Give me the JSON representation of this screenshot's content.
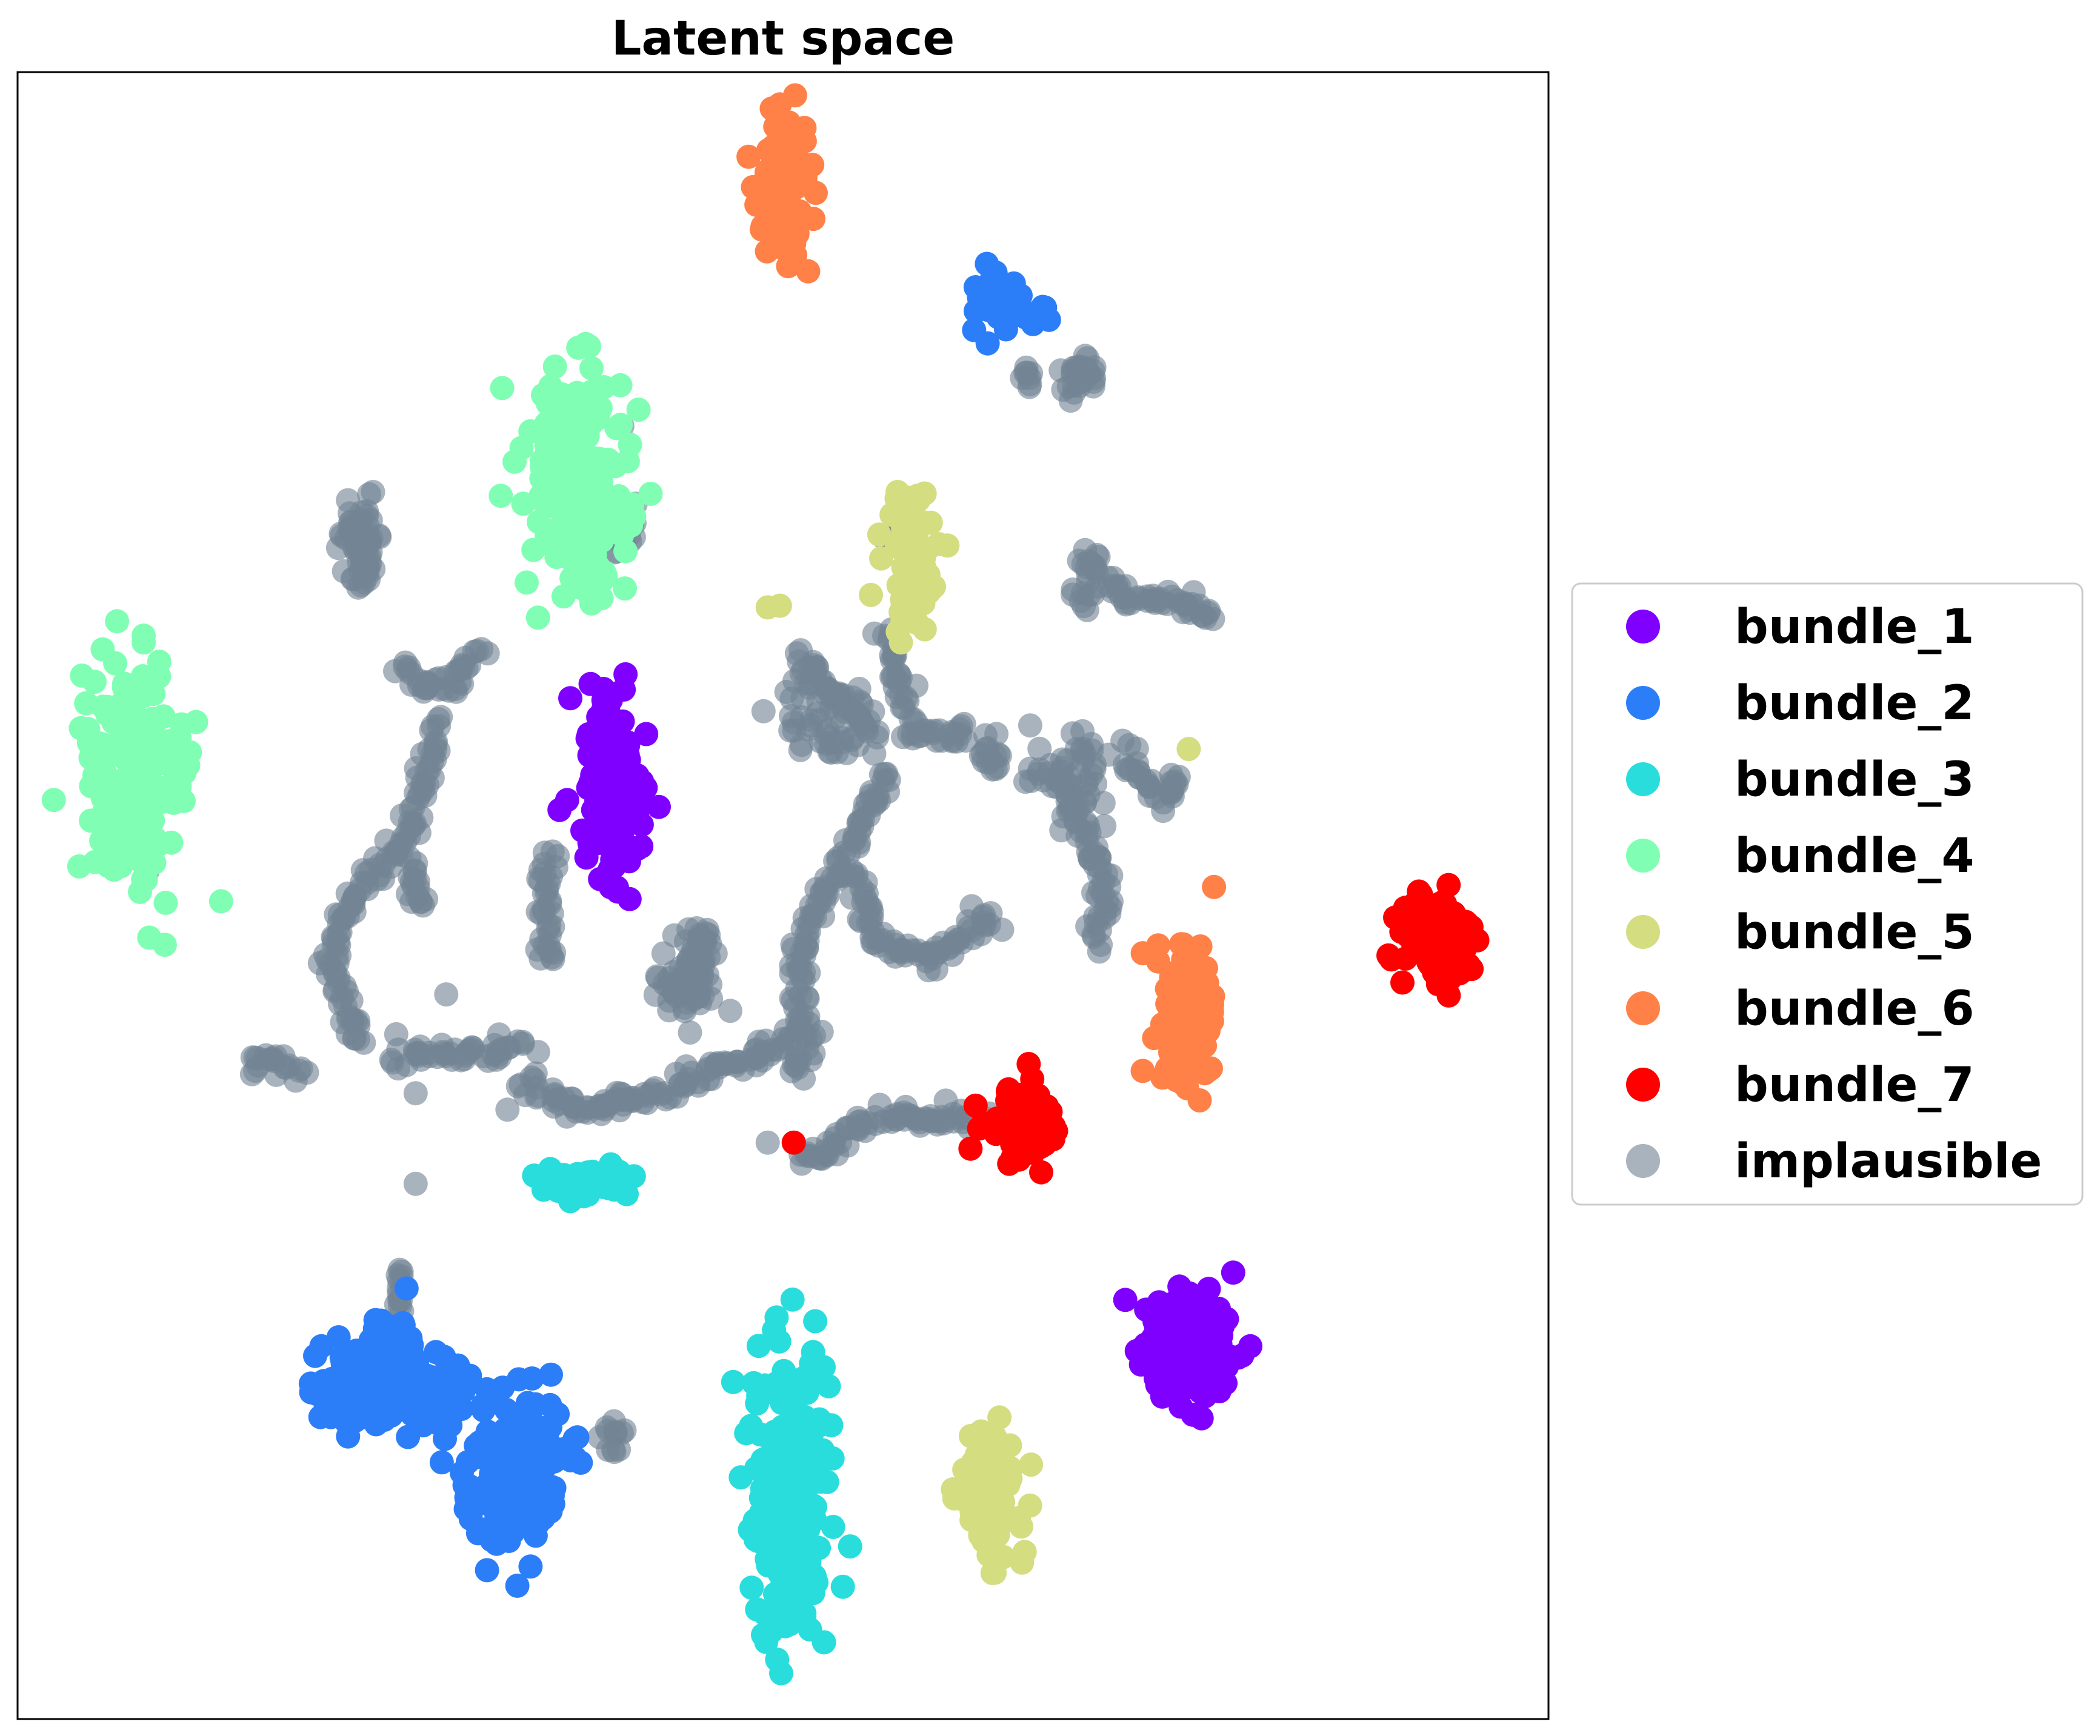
{
  "chart_data": {
    "type": "scatter",
    "title": "Latent space",
    "xlabel": "",
    "ylabel": "",
    "xlim": [
      0,
      100
    ],
    "ylim": [
      0,
      100
    ],
    "grid": false,
    "ticks": false,
    "legend_position": "right-outside",
    "series": [
      {
        "name": "bundle_1",
        "color": "#8000ff",
        "clusters": [
          {
            "cx": 39.0,
            "cy": 43.5,
            "sx": 0.9,
            "sy": 2.6,
            "n": 150
          },
          {
            "cx": 76.5,
            "cy": 77.5,
            "sx": 1.4,
            "sy": 1.6,
            "n": 170
          }
        ],
        "points": [
          [
            35.9,
            44.2
          ],
          [
            35.4,
            44.8
          ]
        ]
      },
      {
        "name": "bundle_2",
        "color": "#2c7ef8",
        "clusters": [
          {
            "cx": 24.0,
            "cy": 80.0,
            "sx": 2.6,
            "sy": 1.2,
            "n": 150
          },
          {
            "cx": 32.5,
            "cy": 85.0,
            "sx": 1.6,
            "sy": 2.4,
            "n": 170
          },
          {
            "cx": 24.5,
            "cy": 76.5,
            "sx": 0.7,
            "sy": 1.0,
            "n": 20
          },
          {
            "cx": 36.5,
            "cy": 84.0,
            "sx": 0.4,
            "sy": 0.5,
            "n": 6
          },
          {
            "cx": 64.5,
            "cy": 14.0,
            "sx": 1.0,
            "sy": 0.9,
            "n": 45
          }
        ],
        "points": []
      },
      {
        "name": "bundle_3",
        "color": "#2adddd",
        "clusters": [
          {
            "cx": 37.0,
            "cy": 67.5,
            "sx": 1.4,
            "sy": 0.6,
            "n": 50
          },
          {
            "cx": 50.5,
            "cy": 87.0,
            "sx": 1.4,
            "sy": 4.3,
            "n": 230
          }
        ],
        "points": []
      },
      {
        "name": "bundle_4",
        "color": "#80ffb4",
        "clusters": [
          {
            "cx": 7.5,
            "cy": 42.5,
            "sx": 1.6,
            "sy": 3.6,
            "n": 190
          },
          {
            "cx": 36.5,
            "cy": 25.0,
            "sx": 1.6,
            "sy": 3.4,
            "n": 190
          }
        ],
        "points": []
      },
      {
        "name": "bundle_5",
        "color": "#d4dd80",
        "clusters": [
          {
            "cx": 58.5,
            "cy": 30.0,
            "sx": 1.0,
            "sy": 2.2,
            "n": 80
          },
          {
            "cx": 63.5,
            "cy": 86.0,
            "sx": 1.1,
            "sy": 2.0,
            "n": 100
          }
        ],
        "points": [
          [
            49.0,
            32.5
          ],
          [
            49.8,
            32.4
          ],
          [
            76.5,
            41.1
          ]
        ]
      },
      {
        "name": "bundle_6",
        "color": "#ff8148",
        "clusters": [
          {
            "cx": 50.0,
            "cy": 7.0,
            "sx": 0.9,
            "sy": 1.8,
            "n": 100
          },
          {
            "cx": 76.5,
            "cy": 57.0,
            "sx": 1.0,
            "sy": 2.2,
            "n": 110
          }
        ],
        "points": [
          [
            73.5,
            53.5
          ],
          [
            74.5,
            54.0
          ]
        ]
      },
      {
        "name": "bundle_7",
        "color": "#ff0000",
        "clusters": [
          {
            "cx": 93.0,
            "cy": 52.5,
            "sx": 1.3,
            "sy": 1.2,
            "n": 110
          },
          {
            "cx": 65.8,
            "cy": 64.0,
            "sx": 1.2,
            "sy": 1.1,
            "n": 90
          }
        ],
        "points": [
          [
            50.7,
            65.0
          ]
        ]
      },
      {
        "name": "implausible",
        "color": "#738595",
        "segments": [
          [
            [
              21.5,
              27.0
            ],
            [
              22.5,
              29.5
            ],
            [
              23.0,
              30.5
            ]
          ],
          [
            [
              25.0,
              36.0
            ],
            [
              27.0,
              37.5
            ],
            [
              28.5,
              37.0
            ],
            [
              30.5,
              35.0
            ]
          ],
          [
            [
              27.5,
              39.5
            ],
            [
              26.5,
              43.0
            ],
            [
              25.5,
              46.5
            ],
            [
              23.5,
              48.5
            ],
            [
              21.5,
              50.5
            ],
            [
              20.5,
              54.0
            ],
            [
              21.5,
              57.0
            ],
            [
              22.5,
              59.0
            ]
          ],
          [
            [
              24.5,
              60.0
            ],
            [
              28.0,
              59.5
            ],
            [
              31.0,
              59.5
            ],
            [
              33.0,
              59.0
            ]
          ],
          [
            [
              15.0,
              60.0
            ],
            [
              16.5,
              60.0
            ],
            [
              18.5,
              60.8
            ]
          ],
          [
            [
              33.0,
              61.0
            ],
            [
              35.0,
              62.5
            ],
            [
              37.0,
              63.0
            ],
            [
              40.5,
              62.5
            ],
            [
              43.0,
              61.5
            ],
            [
              46.0,
              60.5
            ],
            [
              49.0,
              59.5
            ],
            [
              51.0,
              58.5
            ]
          ],
          [
            [
              50.5,
              35.5
            ],
            [
              53.0,
              37.5
            ],
            [
              55.0,
              39.0
            ],
            [
              56.0,
              40.5
            ]
          ],
          [
            [
              56.5,
              34.0
            ],
            [
              57.5,
              36.5
            ],
            [
              58.0,
              39.0
            ]
          ],
          [
            [
              58.0,
              40.5
            ],
            [
              61.0,
              40.0
            ],
            [
              63.5,
              41.0
            ],
            [
              64.0,
              42.5
            ]
          ],
          [
            [
              57.0,
              42.5
            ],
            [
              55.5,
              45.0
            ],
            [
              53.5,
              48.5
            ],
            [
              52.0,
              51.0
            ],
            [
              51.0,
              54.5
            ],
            [
              51.5,
              58.0
            ],
            [
              51.0,
              61.0
            ]
          ],
          [
            [
              54.5,
              48.5
            ],
            [
              55.5,
              51.5
            ],
            [
              56.5,
              53.0
            ],
            [
              58.0,
              53.5
            ],
            [
              59.5,
              54.0
            ],
            [
              61.0,
              53.0
            ],
            [
              62.5,
              52.0
            ],
            [
              64.0,
              51.5
            ]
          ],
          [
            [
              51.0,
              66.0
            ],
            [
              53.0,
              65.5
            ],
            [
              55.0,
              64.0
            ],
            [
              57.0,
              63.0
            ],
            [
              59.0,
              63.5
            ],
            [
              61.5,
              63.5
            ],
            [
              63.5,
              63.8
            ]
          ],
          [
            [
              68.0,
              42.5
            ],
            [
              69.0,
              45.0
            ],
            [
              70.5,
              47.5
            ],
            [
              71.0,
              50.5
            ],
            [
              70.5,
              53.0
            ]
          ],
          [
            [
              72.5,
              41.0
            ],
            [
              73.5,
              43.0
            ],
            [
              74.5,
              44.0
            ],
            [
              76.0,
              42.5
            ]
          ],
          [
            [
              69.5,
              29.0
            ],
            [
              70.5,
              30.5
            ],
            [
              72.0,
              31.5
            ],
            [
              74.0,
              32.0
            ],
            [
              76.5,
              32.5
            ],
            [
              78.0,
              33.5
            ]
          ],
          [
            [
              69.5,
              31.0
            ],
            [
              69.8,
              32.5
            ]
          ],
          [
            [
              43.5,
              54.5
            ],
            [
              44.5,
              53.0
            ],
            [
              45.5,
              52.0
            ]
          ],
          [
            [
              42.5,
              55.0
            ],
            [
              43.5,
              57.5
            ]
          ],
          [
            [
              34.5,
              47.5
            ],
            [
              34.8,
              54.0
            ]
          ],
          [
            [
              25.5,
              48.0
            ],
            [
              26.5,
              51.0
            ]
          ],
          [
            [
              39.0,
              62.5
            ],
            [
              40.0,
              62.0
            ]
          ]
        ],
        "clusters": [
          {
            "cx": 22.5,
            "cy": 28.5,
            "sx": 0.5,
            "sy": 1.6,
            "n": 45
          },
          {
            "cx": 69.5,
            "cy": 18.5,
            "sx": 0.6,
            "sy": 0.7,
            "n": 25
          },
          {
            "cx": 66.0,
            "cy": 18.3,
            "sx": 0.3,
            "sy": 0.6,
            "n": 8
          },
          {
            "cx": 39.5,
            "cy": 27.5,
            "sx": 0.8,
            "sy": 0.8,
            "n": 25
          },
          {
            "cx": 25.0,
            "cy": 74.5,
            "sx": 0.2,
            "sy": 1.1,
            "n": 15
          },
          {
            "cx": 39.0,
            "cy": 83.0,
            "sx": 0.4,
            "sy": 0.6,
            "n": 12
          },
          {
            "cx": 57.0,
            "cy": 28.5,
            "sx": 0.5,
            "sy": 0.4,
            "n": 6
          },
          {
            "cx": 53.0,
            "cy": 39.0,
            "sx": 1.6,
            "sy": 1.4,
            "n": 50
          },
          {
            "cx": 69.0,
            "cy": 43.0,
            "sx": 1.4,
            "sy": 1.4,
            "n": 45
          },
          {
            "cx": 44.0,
            "cy": 55.0,
            "sx": 1.3,
            "sy": 1.3,
            "n": 40
          }
        ],
        "points": [
          [
            37.0,
            22.0
          ],
          [
            39.5,
            21.5
          ],
          [
            49.0,
            65.0
          ],
          [
            32.0,
            63.0
          ],
          [
            34.0,
            59.5
          ],
          [
            28.0,
            56.0
          ],
          [
            26.0,
            62.0
          ],
          [
            8.5,
            48.5
          ],
          [
            37.5,
            67.5
          ],
          [
            26.0,
            67.5
          ]
        ]
      }
    ]
  }
}
